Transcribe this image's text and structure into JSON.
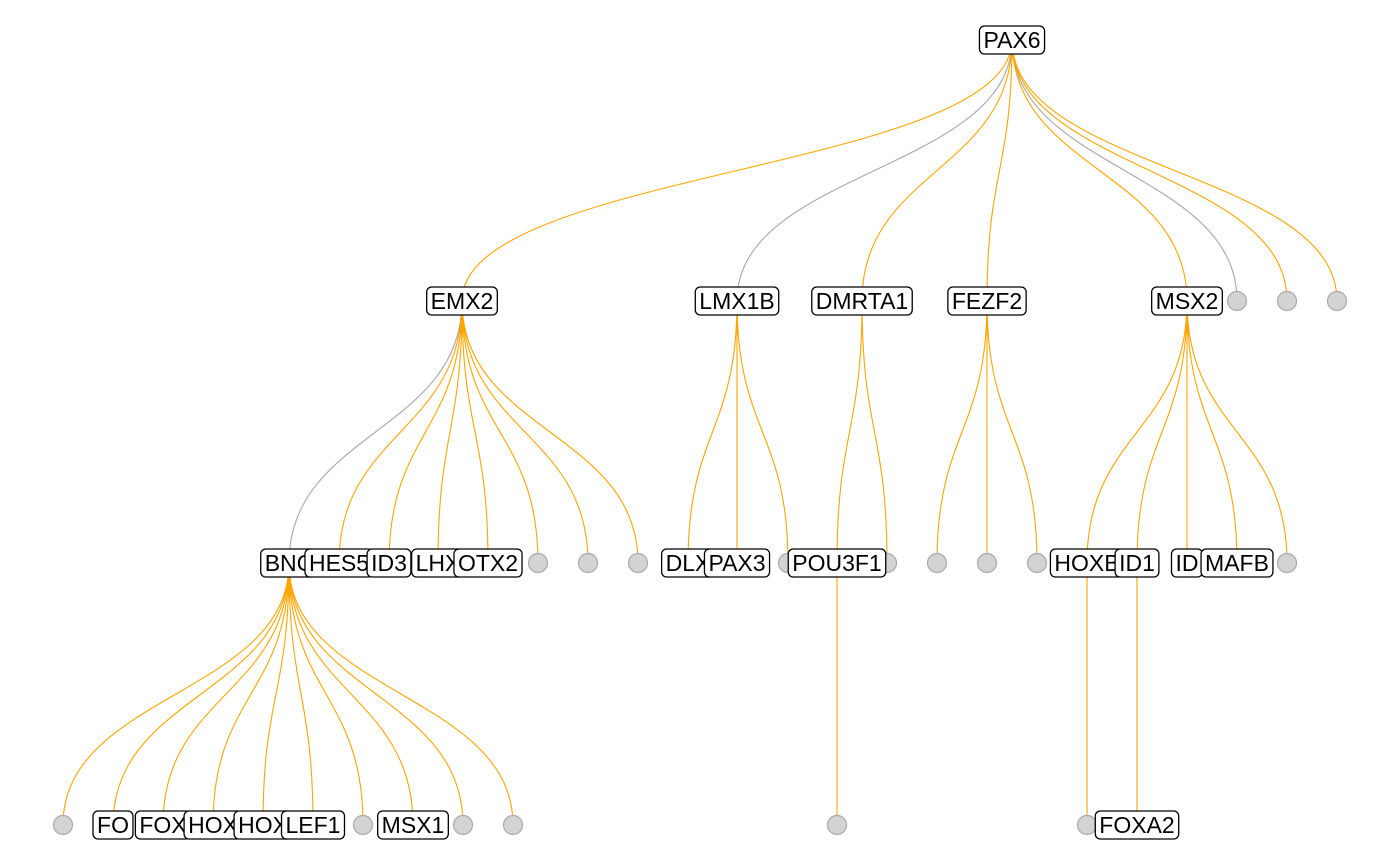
{
  "colors": {
    "edge_primary": "#ffa500",
    "edge_secondary": "#a8a8a8",
    "node_fill": "#d3d3d3",
    "node_stroke": "#a9a9a9",
    "label_border": "#000000"
  },
  "tree": {
    "root": "PAX6",
    "nodes": [
      {
        "id": "pax6",
        "label": "PAX6",
        "parent": null,
        "level": 0
      },
      {
        "id": "emx2",
        "label": "EMX2",
        "parent": "pax6",
        "level": 1,
        "edge": "primary"
      },
      {
        "id": "lmx1b",
        "label": "LMX1B",
        "parent": "pax6",
        "level": 1,
        "edge": "secondary"
      },
      {
        "id": "dmrta1",
        "label": "DMRTA1",
        "parent": "pax6",
        "level": 1,
        "edge": "primary"
      },
      {
        "id": "fezf2",
        "label": "FEZF2",
        "parent": "pax6",
        "level": 1,
        "edge": "primary"
      },
      {
        "id": "msx2",
        "label": "MSX2",
        "parent": "pax6",
        "level": 1,
        "edge": "primary"
      },
      {
        "id": "l1a",
        "label": "",
        "parent": "pax6",
        "level": 1,
        "edge": "secondary"
      },
      {
        "id": "l1b",
        "label": "",
        "parent": "pax6",
        "level": 1,
        "edge": "primary"
      },
      {
        "id": "l1c",
        "label": "",
        "parent": "pax6",
        "level": 1,
        "edge": "primary"
      },
      {
        "id": "bnc",
        "label": "BNC",
        "parent": "emx2",
        "level": 2,
        "edge": "secondary"
      },
      {
        "id": "hes",
        "label": "HES5",
        "parent": "emx2",
        "level": 2,
        "edge": "primary"
      },
      {
        "id": "id3",
        "label": "ID3",
        "parent": "emx2",
        "level": 2,
        "edge": "primary"
      },
      {
        "id": "lhx",
        "label": "LHX",
        "parent": "emx2",
        "level": 2,
        "edge": "primary"
      },
      {
        "id": "otx2",
        "label": "OTX2",
        "parent": "emx2",
        "level": 2,
        "edge": "primary"
      },
      {
        "id": "e2a",
        "label": "",
        "parent": "emx2",
        "level": 2,
        "edge": "primary"
      },
      {
        "id": "e2b",
        "label": "",
        "parent": "emx2",
        "level": 2,
        "edge": "primary"
      },
      {
        "id": "e2c",
        "label": "",
        "parent": "emx2",
        "level": 2,
        "edge": "primary"
      },
      {
        "id": "dlx",
        "label": "DLX",
        "parent": "lmx1b",
        "level": 2,
        "edge": "primary"
      },
      {
        "id": "pax3",
        "label": "PAX3",
        "parent": "lmx1b",
        "level": 2,
        "edge": "primary"
      },
      {
        "id": "lm1",
        "label": "",
        "parent": "lmx1b",
        "level": 2,
        "edge": "primary"
      },
      {
        "id": "pou3f1",
        "label": "POU3F1",
        "parent": "dmrta1",
        "level": 2,
        "edge": "primary"
      },
      {
        "id": "dm1",
        "label": "",
        "parent": "dmrta1",
        "level": 2,
        "edge": "primary"
      },
      {
        "id": "fz1",
        "label": "",
        "parent": "fezf2",
        "level": 2,
        "edge": "primary"
      },
      {
        "id": "fz2",
        "label": "",
        "parent": "fezf2",
        "level": 2,
        "edge": "primary"
      },
      {
        "id": "fz3",
        "label": "",
        "parent": "fezf2",
        "level": 2,
        "edge": "primary"
      },
      {
        "id": "hoxb",
        "label": "HOXB",
        "parent": "msx2",
        "level": 2,
        "edge": "primary"
      },
      {
        "id": "id1",
        "label": "ID1",
        "parent": "msx2",
        "level": 2,
        "edge": "primary"
      },
      {
        "id": "id2",
        "label": "ID",
        "parent": "msx2",
        "level": 2,
        "edge": "primary"
      },
      {
        "id": "mafb",
        "label": "MAFB",
        "parent": "msx2",
        "level": 2,
        "edge": "primary"
      },
      {
        "id": "ms1",
        "label": "",
        "parent": "msx2",
        "level": 2,
        "edge": "primary"
      },
      {
        "id": "b1",
        "label": "",
        "parent": "bnc",
        "level": 3,
        "edge": "primary"
      },
      {
        "id": "fo1",
        "label": "FO",
        "parent": "bnc",
        "level": 3,
        "edge": "primary"
      },
      {
        "id": "fo2",
        "label": "FOX",
        "parent": "bnc",
        "level": 3,
        "edge": "primary"
      },
      {
        "id": "hox1",
        "label": "HOX",
        "parent": "bnc",
        "level": 3,
        "edge": "primary"
      },
      {
        "id": "hox2",
        "label": "HOX",
        "parent": "bnc",
        "level": 3,
        "edge": "primary"
      },
      {
        "id": "lef1",
        "label": "LEF1",
        "parent": "bnc",
        "level": 3,
        "edge": "primary"
      },
      {
        "id": "b2",
        "label": "",
        "parent": "bnc",
        "level": 3,
        "edge": "primary"
      },
      {
        "id": "msx1",
        "label": "MSX1",
        "parent": "bnc",
        "level": 3,
        "edge": "primary"
      },
      {
        "id": "b3",
        "label": "",
        "parent": "bnc",
        "level": 3,
        "edge": "primary"
      },
      {
        "id": "b4",
        "label": "",
        "parent": "bnc",
        "level": 3,
        "edge": "primary"
      },
      {
        "id": "p1",
        "label": "",
        "parent": "pou3f1",
        "level": 3,
        "edge": "primary"
      },
      {
        "id": "hx1",
        "label": "",
        "parent": "hoxb",
        "level": 3,
        "edge": "primary"
      },
      {
        "id": "foxa2",
        "label": "FOXA2",
        "parent": "id1",
        "level": 3,
        "edge": "primary"
      }
    ]
  }
}
